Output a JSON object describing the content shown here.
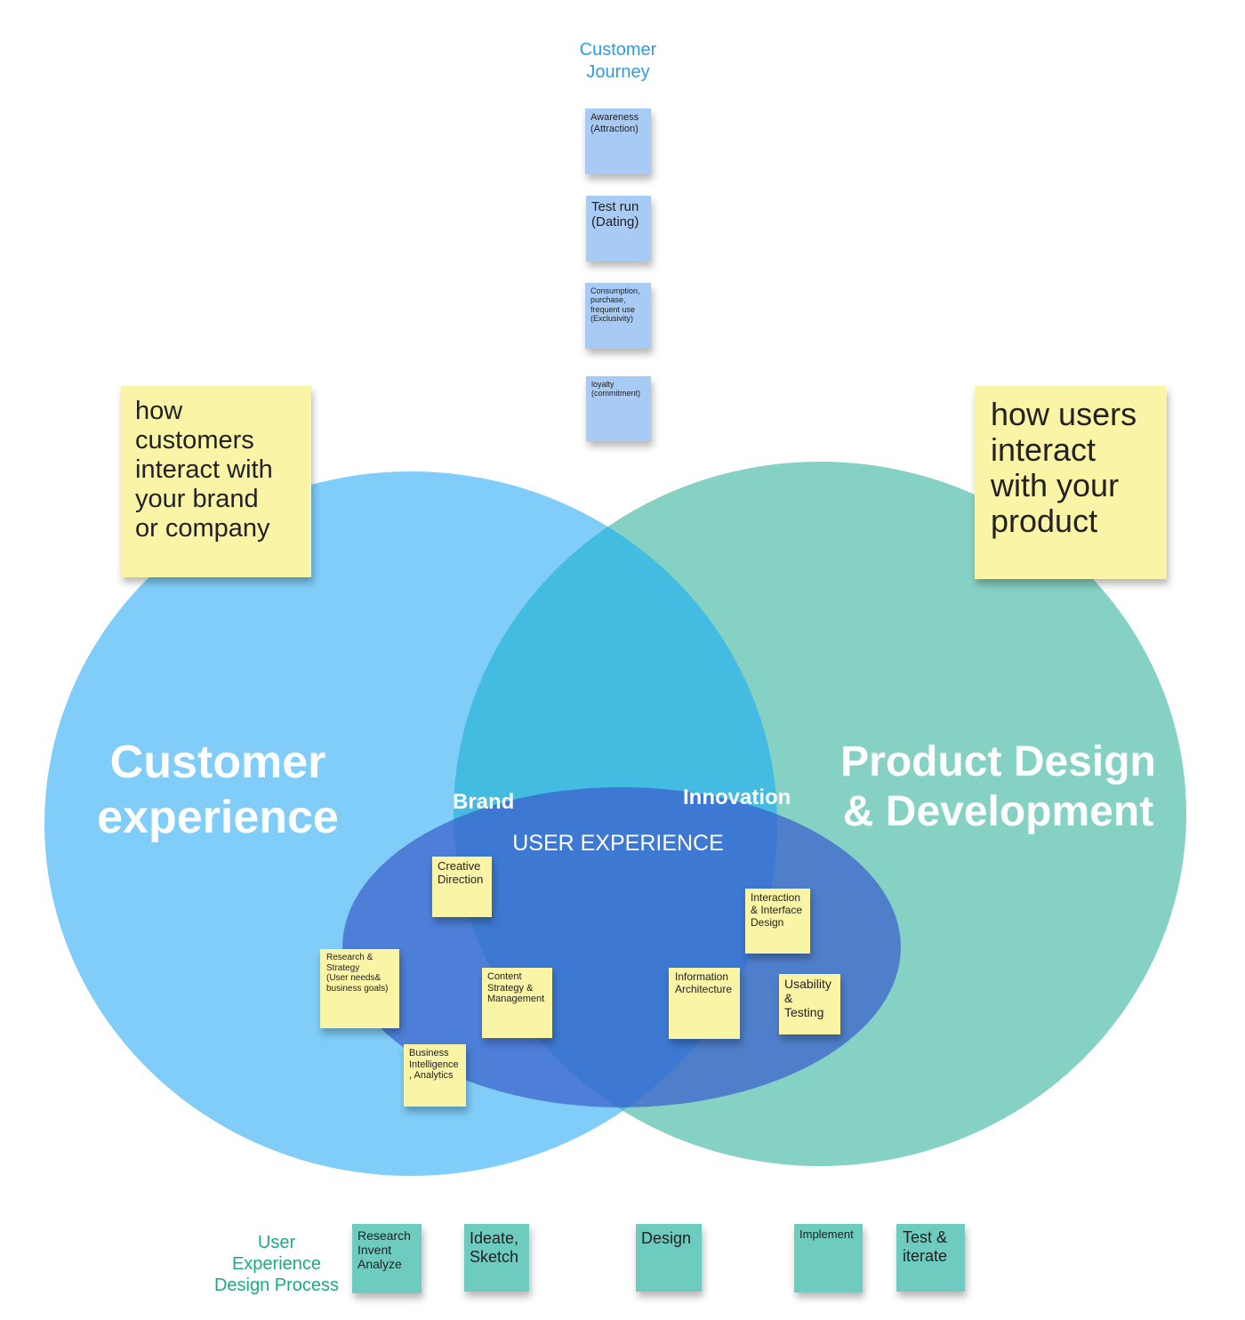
{
  "journey": {
    "title": "Customer\nJourney",
    "notes": [
      "Awareness\n(Attraction)",
      "Test run\n(Dating)",
      "Consumption,\npurchase,\nfrequent use\n(Exclusivity)",
      "loyalty\n(commitment)"
    ]
  },
  "callouts": {
    "left": "how\ncustomers\ninteract with\nyour brand\nor company",
    "right": "how users\ninteract\nwith your\nproduct"
  },
  "venn": {
    "left_title": "Customer\nexperience",
    "right_title": "Product Design\n& Development",
    "center_title": "USER EXPERIENCE",
    "brand_label": "Brand",
    "innovation_label": "Innovation",
    "colors": {
      "left": "#7fcdf8",
      "right": "#85d1c4",
      "overlap": "#44bbe0",
      "ux": "#3f72cf",
      "title_teal": "#1aa989",
      "title_blue": "#2e9be8"
    }
  },
  "ux_notes": {
    "creative": "Creative\nDirection",
    "research": "Research &\nStrategy\n(User needs&\nbusiness goals)",
    "content": "Content\nStrategy &\nManagement",
    "business": "Business\nIntelligence\n, Analytics",
    "interaction": "Interaction\n& Interface\nDesign",
    "information": "Information\nArchitecture",
    "usability": "Usability\n&\nTesting"
  },
  "process": {
    "title": "User\nExperience\nDesign Process",
    "steps": [
      "Research\nInvent\nAnalyze",
      "Ideate,\nSketch",
      "Design",
      "Implement",
      "Test &\niterate"
    ]
  }
}
